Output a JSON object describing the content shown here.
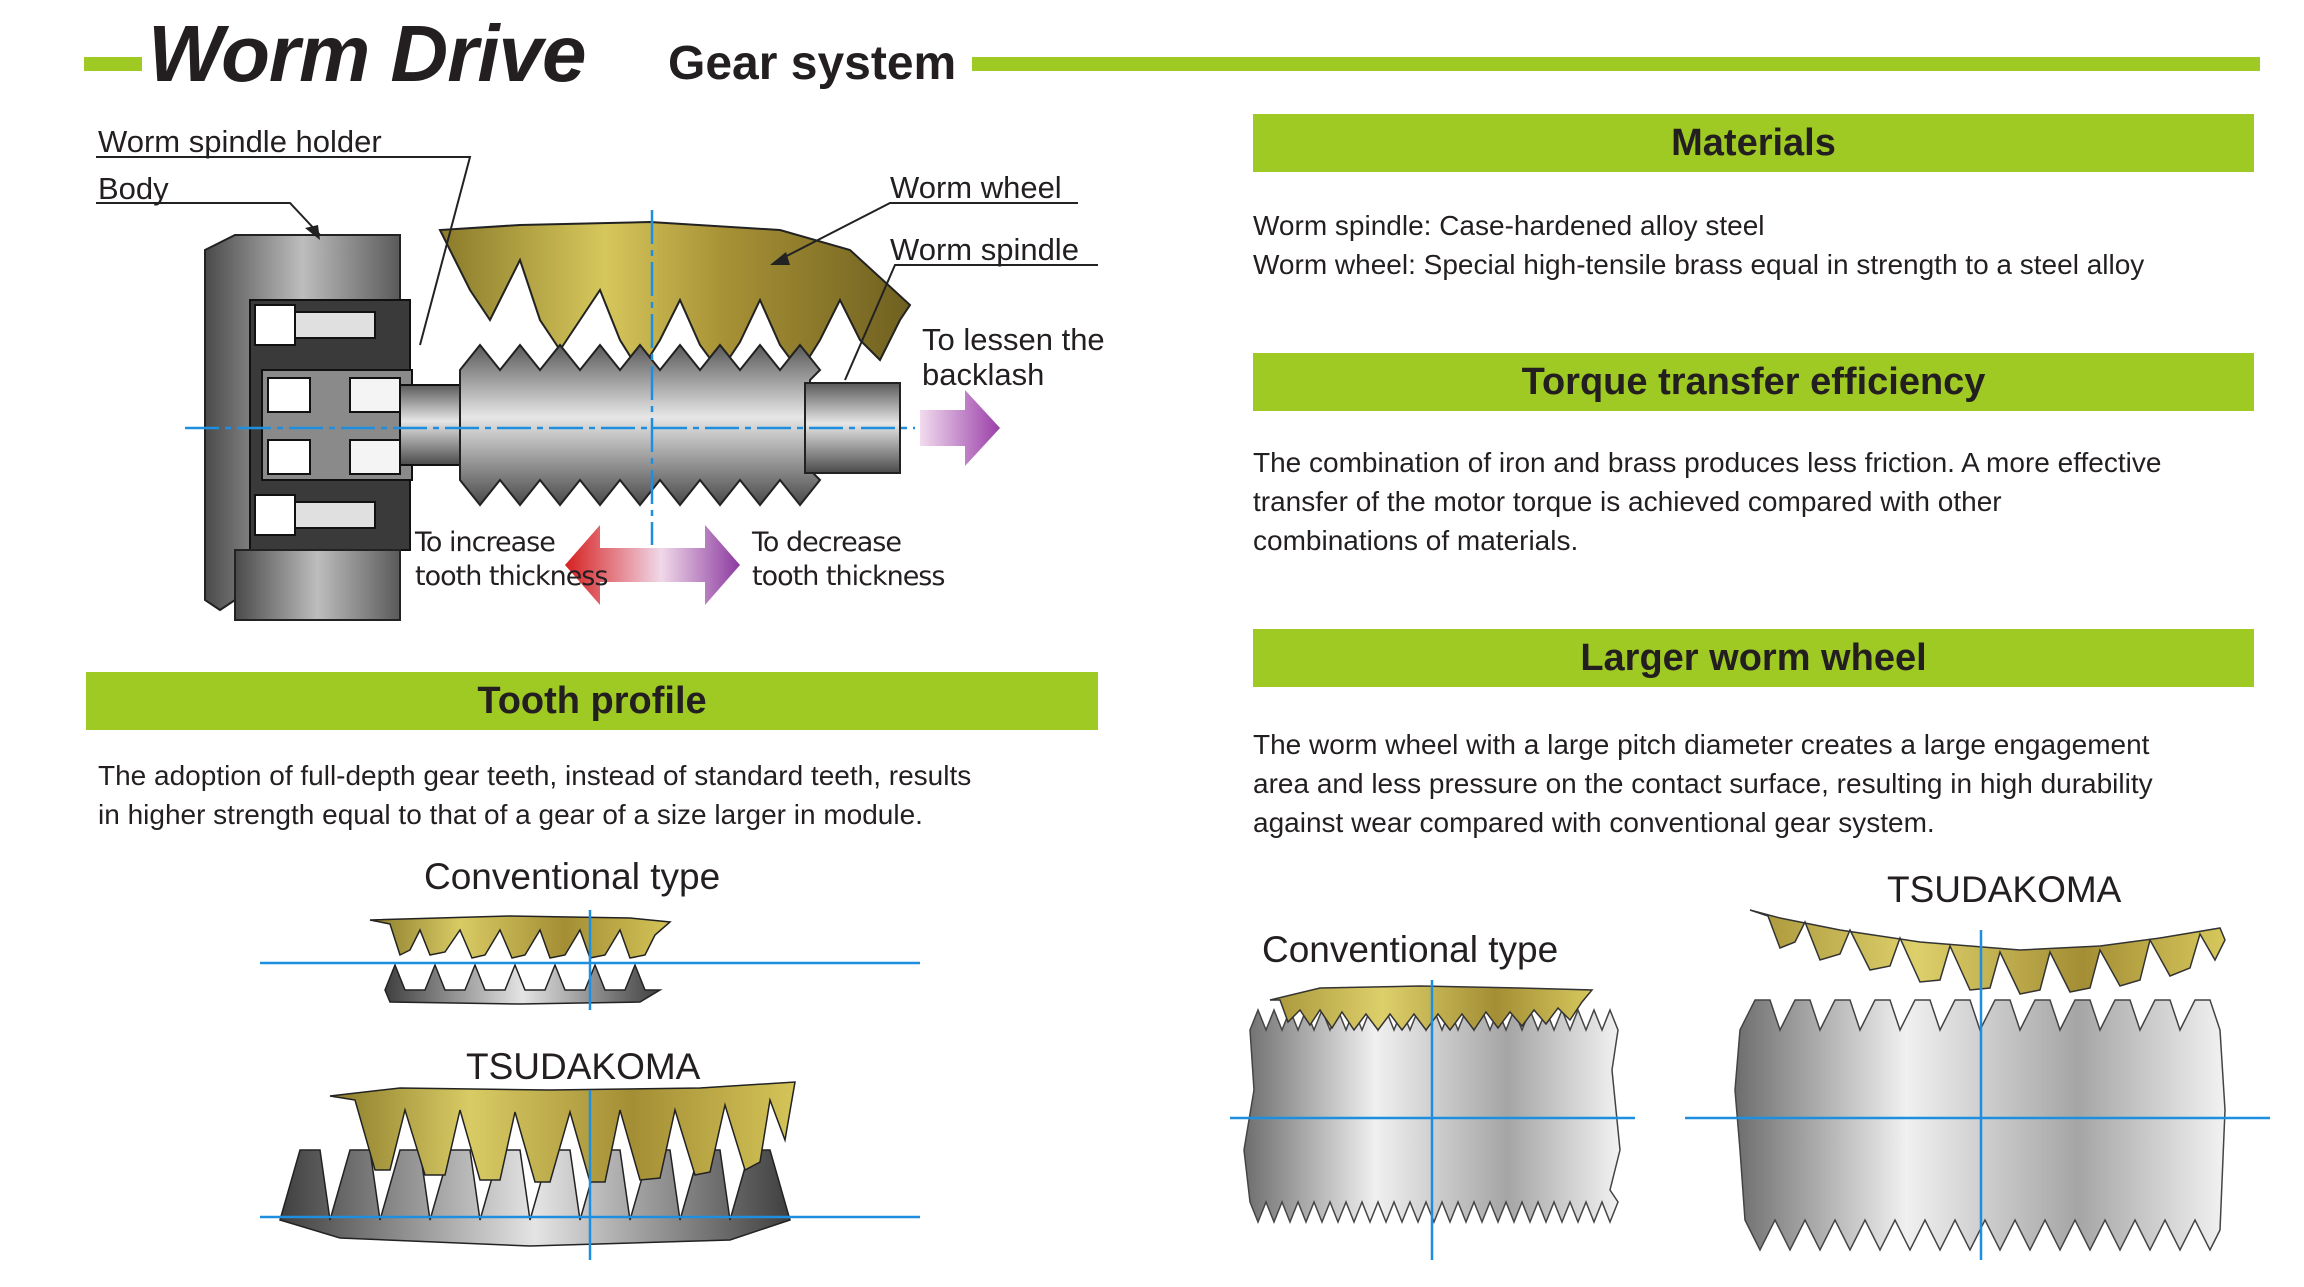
{
  "header": {
    "title_main": "Worm Drive",
    "title_sub": "Gear system",
    "accent_color": "#9fc923"
  },
  "main_diagram": {
    "labels": {
      "worm_spindle_holder": "Worm spindle holder",
      "body": "Body",
      "worm_wheel": "Worm wheel",
      "worm_spindle": "Worm spindle",
      "lessen_backlash_1": "To lessen the",
      "lessen_backlash_2": "backlash",
      "increase_1": "To increase",
      "increase_2": "tooth thickness",
      "decrease_1": "To decrease",
      "decrease_2": "tooth thickness"
    }
  },
  "tooth_profile": {
    "heading": "Tooth profile",
    "text_1": "The adoption of full-depth gear teeth, instead of standard teeth, results",
    "text_2": "in higher strength equal to that of a gear of a size larger in module.",
    "conventional_label": "Conventional type",
    "tsudakoma_label": "TSUDAKOMA"
  },
  "materials": {
    "heading": "Materials",
    "line_1": "Worm spindle: Case-hardened alloy steel",
    "line_2": "Worm wheel: Special high-tensile brass equal in strength to a steel alloy"
  },
  "torque": {
    "heading": "Torque transfer efficiency",
    "line_1": "The combination of iron and brass produces less friction. A more effective",
    "line_2": "transfer of the motor torque is achieved compared with other",
    "line_3": "combinations of materials."
  },
  "larger_wheel": {
    "heading": "Larger worm wheel",
    "line_1": "The worm wheel with a large pitch diameter creates a large engagement",
    "line_2": "area and less pressure on the contact surface, resulting in high durability",
    "line_3": "against wear compared with conventional gear system.",
    "conventional_label": "Conventional type",
    "tsudakoma_label": "TSUDAKOMA"
  }
}
